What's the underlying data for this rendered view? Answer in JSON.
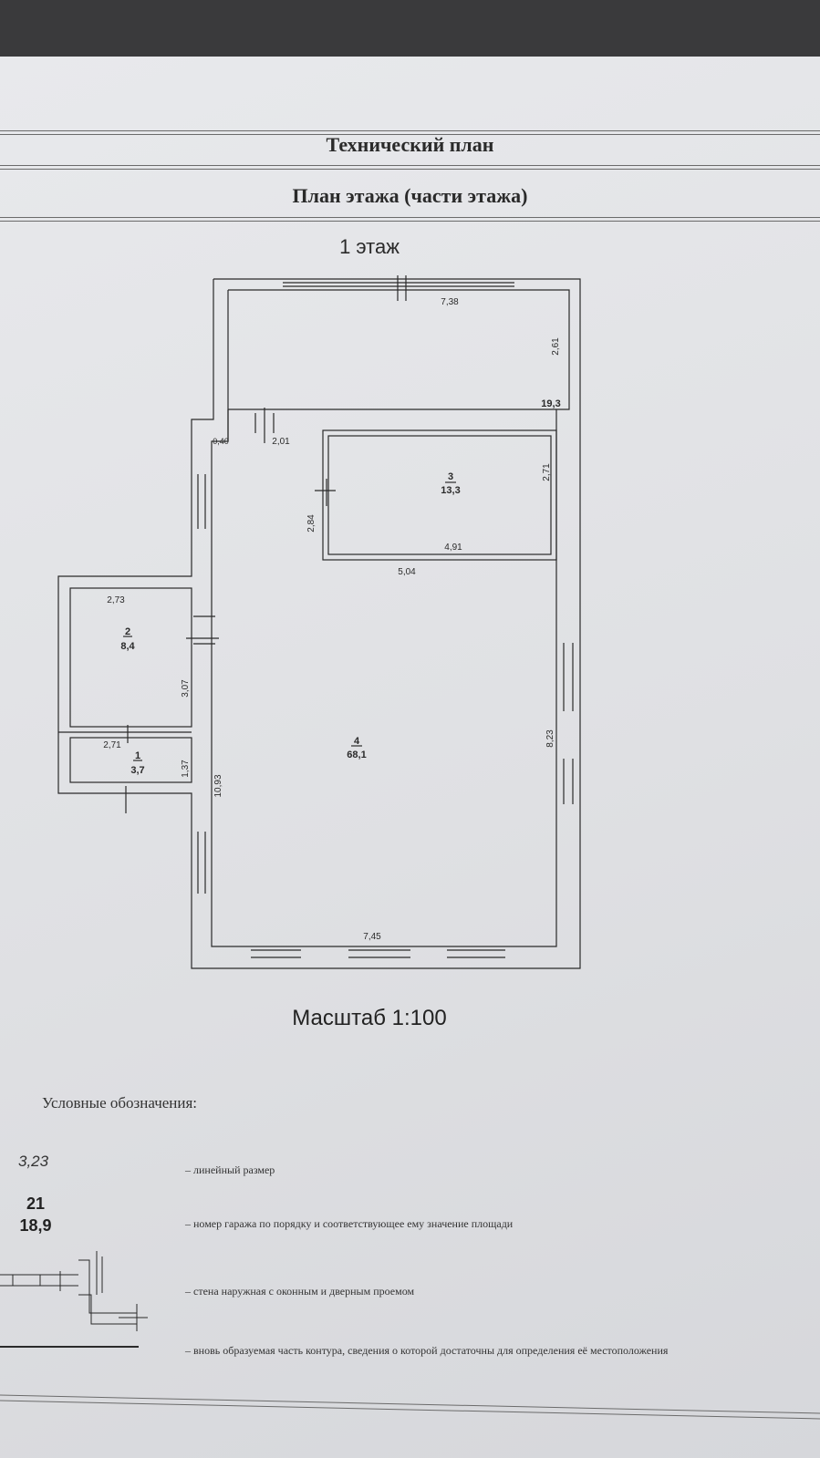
{
  "header": {
    "title": "Технический план",
    "subtitle": "План этажа (части этажа)"
  },
  "plan": {
    "floor": "1 этаж",
    "scale": "Масштаб 1:100",
    "rooms": [
      {
        "number": "1",
        "area": "3,7"
      },
      {
        "number": "2",
        "area": "8,4"
      },
      {
        "number": "3",
        "area": "13,3"
      },
      {
        "number": "4",
        "area": "68,1"
      }
    ],
    "top_area": "19,3",
    "dimensions": {
      "top_width": "7,38",
      "top_height": "2,61",
      "wall_offset": "0,40",
      "corridor_width": "2,01",
      "room3_height": "2,71",
      "room3_width": "4,91",
      "room3_left_height": "2,84",
      "room3_bottom": "5,04",
      "room2_width": "2,73",
      "room2_height": "3,07",
      "room1_width": "2,71",
      "room1_height": "1,37",
      "main_height": "10,93",
      "right_height": "8,23",
      "bottom_width": "7,45"
    }
  },
  "legend": {
    "title": "Условные обозначения:",
    "sample_dim": "3,23",
    "sample_number": "21",
    "sample_area": "18,9",
    "items": [
      "–   линейный размер",
      "–   номер гаража по порядку и соответствующее ему значение площади",
      "–   стена наружная с оконным и дверным проемом",
      "–   вновь образуемая часть контура, сведения о которой достаточны для определения её местоположения"
    ]
  }
}
